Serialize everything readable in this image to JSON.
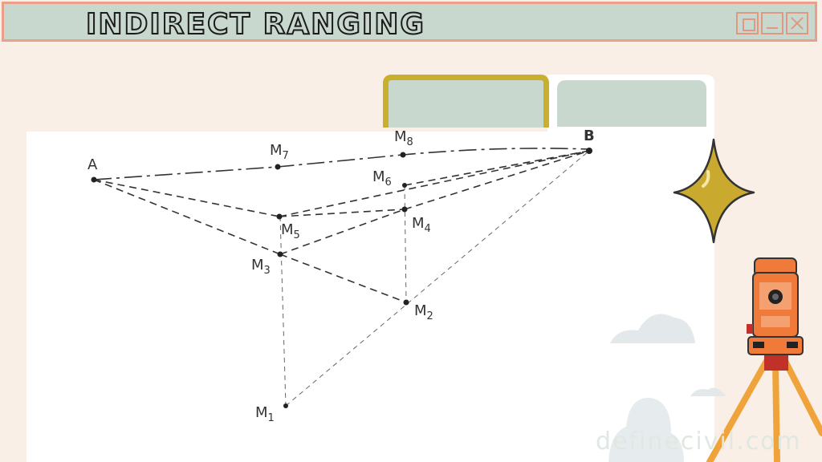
{
  "title": "INDIRECT RANGING",
  "window_controls": [
    "maximize-icon",
    "minimize-icon",
    "close-icon"
  ],
  "tabs": [
    {
      "label": ""
    },
    {
      "label": ""
    }
  ],
  "points": {
    "A": "A",
    "B": "B",
    "M1": "M",
    "M1_sub": "1",
    "M2": "M",
    "M2_sub": "2",
    "M3": "M",
    "M3_sub": "3",
    "M4": "M",
    "M4_sub": "4",
    "M5": "M",
    "M5_sub": "5",
    "M6": "M",
    "M6_sub": "6",
    "M7": "M",
    "M7_sub": "7",
    "M8": "M",
    "M8_sub": "8"
  },
  "watermark": "definecivil.com",
  "colors": {
    "background": "#f9efe6",
    "titlebar": "#c9d8cf",
    "titlebar_border": "#e8a08a",
    "tab_active_border": "#c9b02c",
    "sparkle": "#c9a92e",
    "instrument": "#f07a3a"
  },
  "decor_icons": [
    "sparkle-icon",
    "cloud-icon",
    "total-station-icon",
    "tripod-icon"
  ]
}
